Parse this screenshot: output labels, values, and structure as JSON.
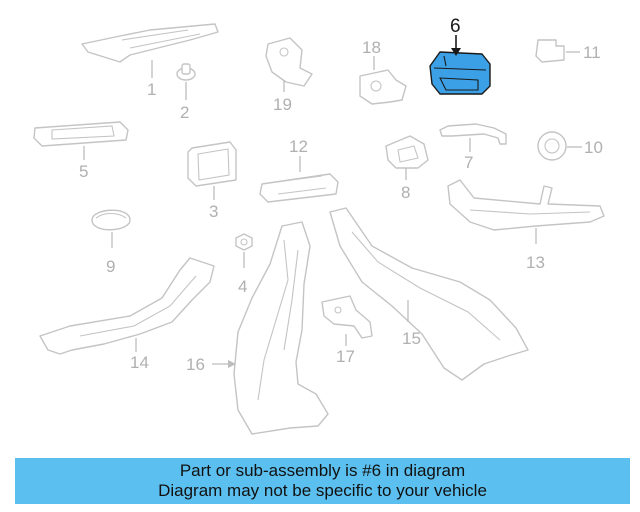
{
  "diagram": {
    "callouts": [
      "1",
      "2",
      "3",
      "4",
      "5",
      "6",
      "7",
      "8",
      "9",
      "10",
      "11",
      "12",
      "13",
      "14",
      "15",
      "16",
      "17",
      "18",
      "19"
    ],
    "highlighted": "6",
    "highlight_color": "#3ba0e6"
  },
  "banner": {
    "line1": "Part or sub-assembly is #6 in diagram",
    "line2": "Diagram may not be specific to your vehicle",
    "background": "#5bc0f0"
  }
}
